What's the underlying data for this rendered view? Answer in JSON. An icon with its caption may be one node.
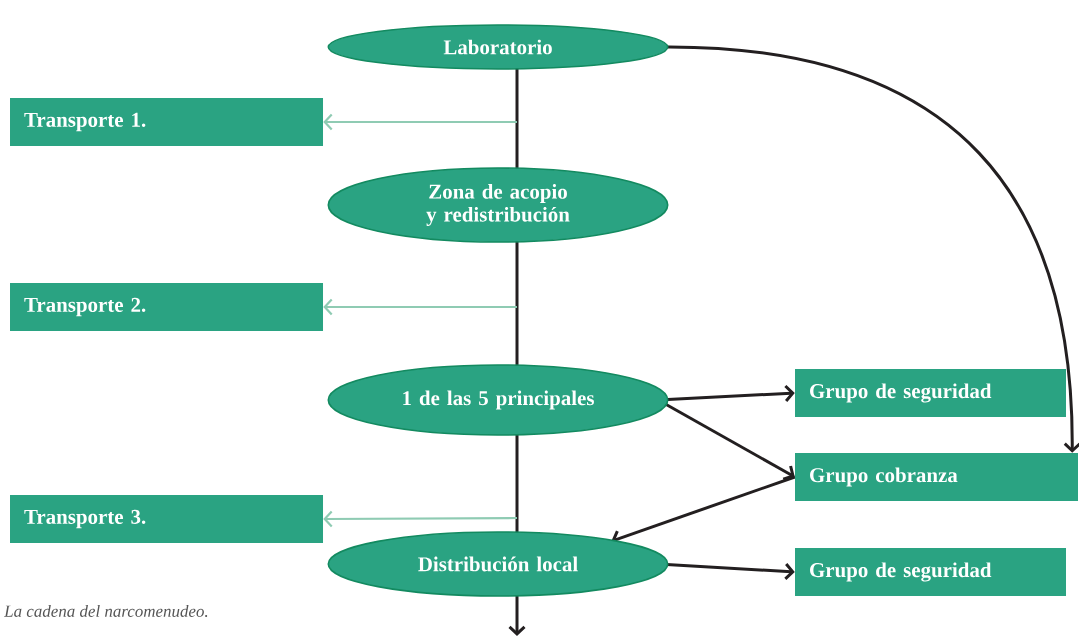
{
  "diagram": {
    "caption": "La cadena del narcomenudeo.",
    "nodes": [
      {
        "text": [
          "Laboratorio"
        ]
      },
      {
        "text": [
          "Transporte 1."
        ]
      },
      {
        "text": [
          "Zona de acopio y redistribución"
        ]
      },
      {
        "text": [
          "Transporte 2."
        ]
      },
      {
        "text": [
          "1 de las 5 principales"
        ]
      },
      {
        "text": [
          "Grupo de seguridad"
        ]
      },
      {
        "text": [
          "Grupo cobranza"
        ]
      },
      {
        "text": [
          "Transporte 3."
        ]
      },
      {
        "text": [
          "Distribución local"
        ]
      },
      {
        "text": [
          "Grupo de seguridad"
        ]
      }
    ],
    "edges": [
      {
        "from": 0,
        "to": 2,
        "arrow": "none"
      },
      {
        "from": 2,
        "to": 4,
        "arrow": "none"
      },
      {
        "from": 4,
        "to": 8,
        "arrow": "none"
      },
      {
        "from": 8,
        "to": null,
        "arrow": "to"
      },
      {
        "from": null,
        "to": 1,
        "arrow": "to",
        "color": "#8fcbb3"
      },
      {
        "from": null,
        "to": 3,
        "arrow": "to",
        "color": "#8fcbb3"
      },
      {
        "from": null,
        "to": 7,
        "arrow": "to",
        "color": "#8fcbb3"
      },
      {
        "from": 0,
        "to": 6,
        "arrow": "to"
      },
      {
        "from": 4,
        "to": 5,
        "arrow": "to"
      },
      {
        "from": 4,
        "to": 6,
        "arrow": "to"
      },
      {
        "from": 6,
        "to": 8,
        "arrow": "to"
      },
      {
        "from": 8,
        "to": 9,
        "arrow": "to"
      }
    ]
  }
}
